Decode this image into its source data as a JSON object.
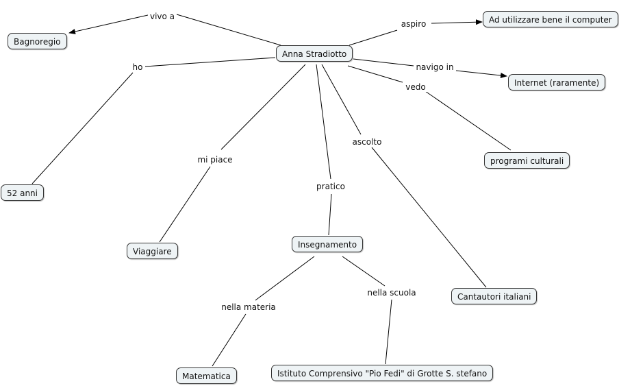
{
  "concept_map": {
    "nodes": {
      "center": "Anna Stradiotto",
      "bagnoregio": "Bagnoregio",
      "computer": "Ad utilizzare bene il computer",
      "internet": "Internet (raramente)",
      "programmi": "programi culturali",
      "eta": "52 anni",
      "viaggiare": "Viaggiare",
      "insegnamento": "Insegnamento",
      "cantautori": "Cantautori italiani",
      "matematica": "Matematica",
      "istituto": "Istituto Comprensivo \"Pio Fedi\" di Grotte S. stefano"
    },
    "links": {
      "vivo_a": "vivo a",
      "aspiro": "aspiro",
      "navigo_in": "navigo in",
      "vedo": "vedo",
      "ho": "ho",
      "mi_piace": "mi piace",
      "pratico": "pratico",
      "ascolto": "ascolto",
      "nella_materia": "nella materia",
      "nella_scuola": "nella scuola"
    }
  }
}
